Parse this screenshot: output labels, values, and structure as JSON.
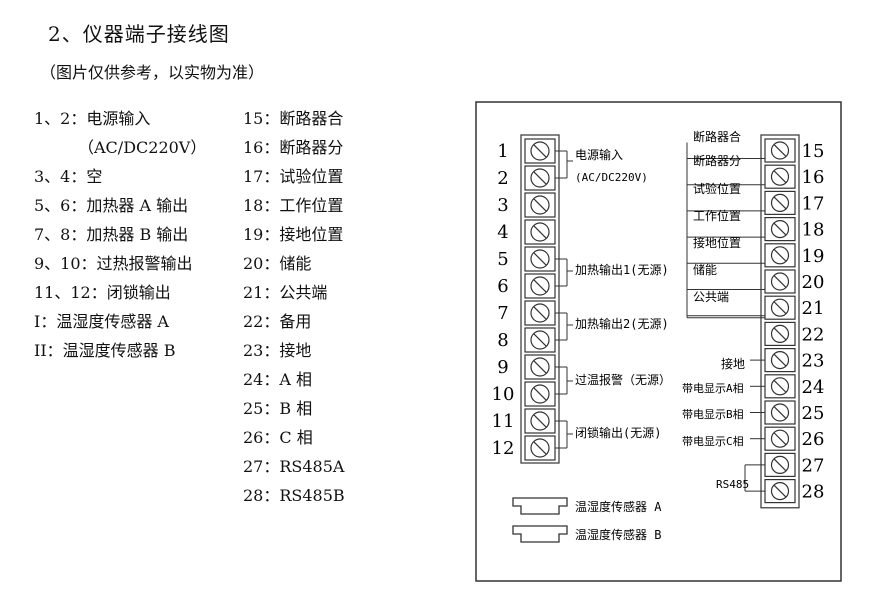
{
  "heading": "2、仪器端子接线图",
  "subheading": "（图片仅供参考，以实物为准）",
  "terminal_list_left": [
    "1、2：电源输入",
    "（AC/DC220V）",
    "3、4：空",
    "5、6：加热器 A 输出",
    "7、8：加热器 B 输出",
    "9、10：过热报警输出",
    "11、12：闭锁输出",
    "I：温湿度传感器 A",
    "II：温湿度传感器 B"
  ],
  "terminal_list_right": [
    "15：断路器合",
    "16：断路器分",
    "17：试验位置",
    "18：工作位置",
    "19：接地位置",
    "20：储能",
    "21：公共端",
    "22：备用",
    "23：接地",
    "24：A 相",
    "25：B 相",
    "26：C 相",
    "27：RS485A",
    "28：RS485B"
  ],
  "diagram": {
    "left_numbers": [
      "1",
      "2",
      "3",
      "4",
      "5",
      "6",
      "7",
      "8",
      "9",
      "10",
      "11",
      "12"
    ],
    "right_numbers": [
      "15",
      "16",
      "17",
      "18",
      "19",
      "20",
      "21",
      "22",
      "23",
      "24",
      "25",
      "26",
      "27",
      "28"
    ],
    "left_labels": {
      "power": "电源输入",
      "power_voltage": "(AC/DC220V)",
      "heater1": "加热输出1(无源)",
      "heater2": "加热输出2(无源)",
      "overheat": "过温报警（无源）",
      "lockout": "闭锁输出(无源)"
    },
    "right_labels": {
      "breaker_close": "断路器合",
      "breaker_open": "断路器分",
      "test_position": "试验位置",
      "work_position": "工作位置",
      "ground_position": "接地位置",
      "energy_storage": "储能",
      "common": "公共端",
      "ground": "接地",
      "phase_a": "带电显示A相",
      "phase_b": "带电显示B相",
      "phase_c": "带电显示C相",
      "rs485": "RS485"
    },
    "sensor_labels": [
      "温湿度传感器 A",
      "温湿度传感器 B"
    ]
  }
}
